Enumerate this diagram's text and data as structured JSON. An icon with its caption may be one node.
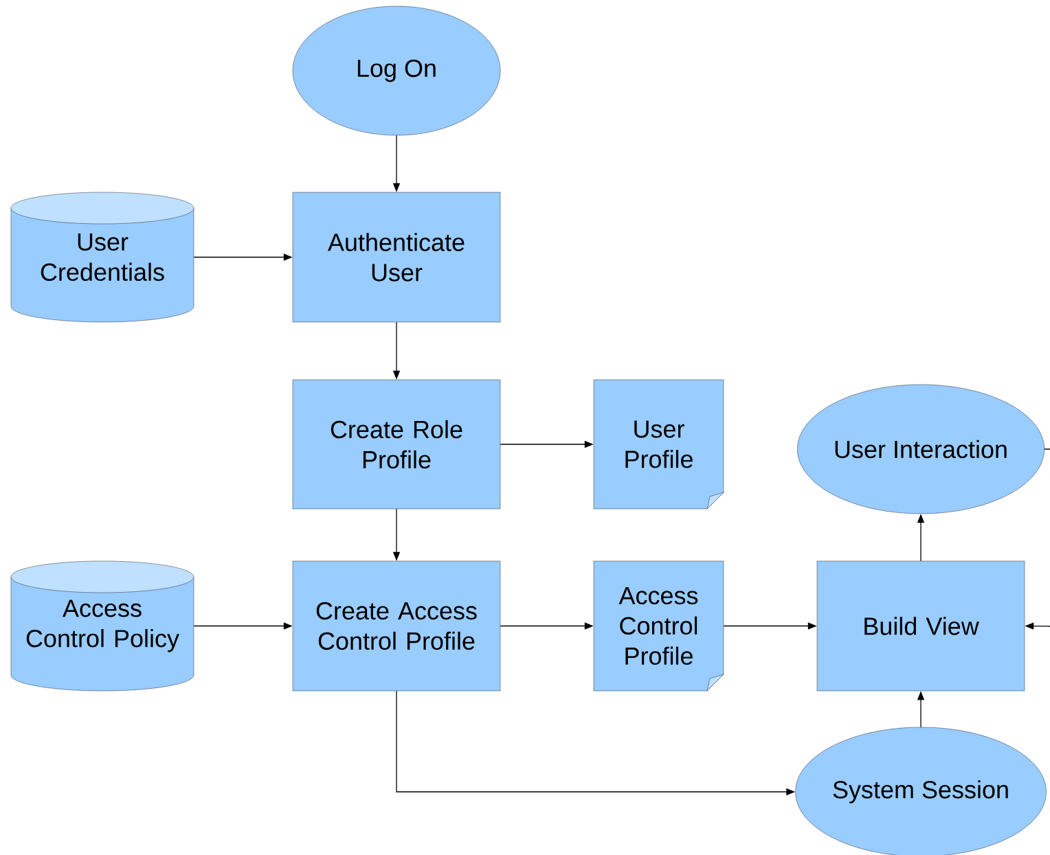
{
  "diagram": {
    "nodes": [
      {
        "text": [
          "Log On"
        ]
      },
      {
        "text": [
          "User Credentials"
        ]
      },
      {
        "text": [
          "Authenticate User"
        ]
      },
      {
        "text": [
          "Create Role Profile"
        ]
      },
      {
        "text": [
          "User Profile"
        ]
      },
      {
        "text": [
          "User Interaction"
        ]
      },
      {
        "text": [
          "Access Control Policy"
        ]
      },
      {
        "text": [
          "Create Access Control Profile"
        ]
      },
      {
        "text": [
          "Access Control Profile"
        ]
      },
      {
        "text": [
          "Build View"
        ]
      },
      {
        "text": [
          "System Session"
        ]
      }
    ],
    "edges": [
      {
        "from": 0,
        "to": 2,
        "arrow": "to"
      },
      {
        "from": 1,
        "to": 2,
        "arrow": "to"
      },
      {
        "from": 2,
        "to": 3,
        "arrow": "to"
      },
      {
        "from": 3,
        "to": 4,
        "arrow": "to"
      },
      {
        "from": 3,
        "to": 7,
        "arrow": "to"
      },
      {
        "from": 6,
        "to": 7,
        "arrow": "to"
      },
      {
        "from": 7,
        "to": 8,
        "arrow": "to"
      },
      {
        "from": 8,
        "to": 9,
        "arrow": "to"
      },
      {
        "from": 9,
        "to": 5,
        "arrow": "to"
      },
      {
        "from": 10,
        "to": 9,
        "arrow": "to"
      },
      {
        "from": 7,
        "to": 10,
        "arrow": "to"
      },
      {
        "from": 5,
        "to": null,
        "arrow": "none"
      },
      {
        "from": null,
        "to": 9,
        "arrow": "to"
      }
    ]
  }
}
